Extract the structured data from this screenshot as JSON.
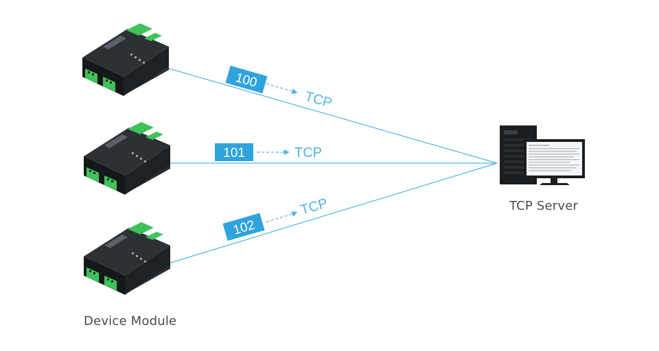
{
  "diagram": {
    "device_caption": "Device Module",
    "server_caption": "TCP Server",
    "line_color": "#4fb3e3",
    "tag_color": "#2fa3dc",
    "module_body_color": "#1e2226",
    "terminal_color": "#3fc25a",
    "connections": [
      {
        "id": "100",
        "protocol": "TCP"
      },
      {
        "id": "101",
        "protocol": "TCP"
      },
      {
        "id": "102",
        "protocol": "TCP"
      }
    ]
  }
}
